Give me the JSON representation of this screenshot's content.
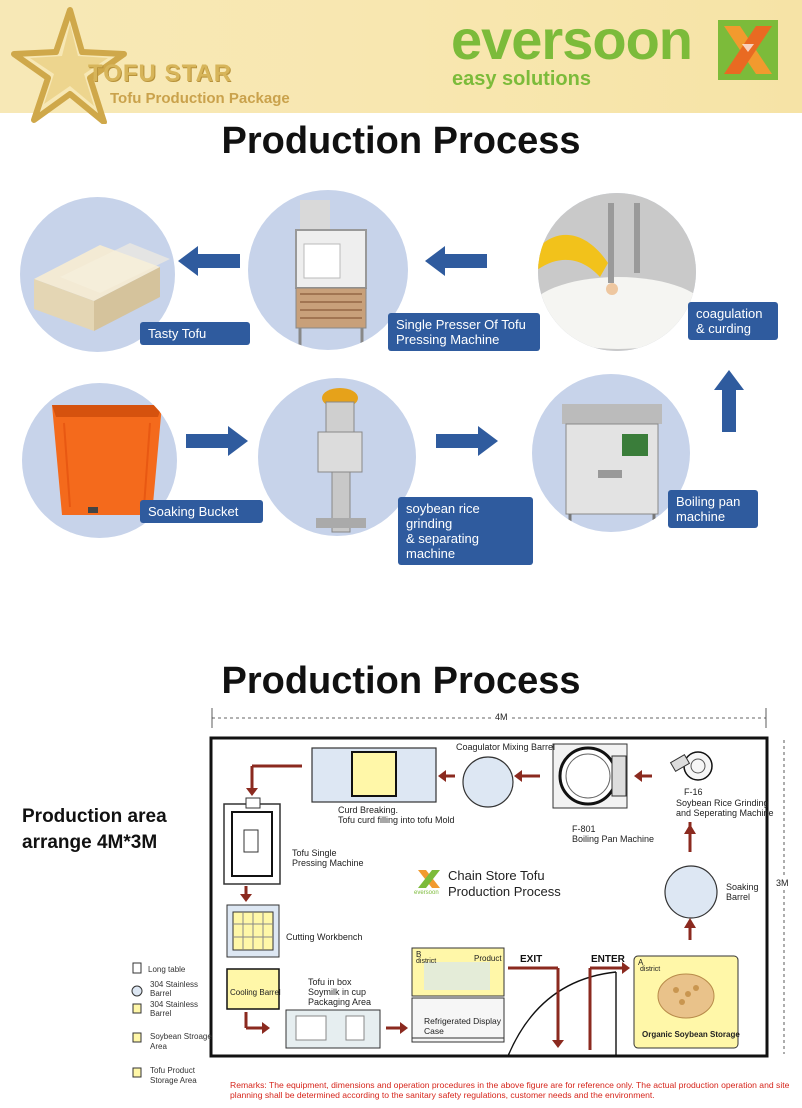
{
  "header": {
    "brand_name": "TOFU STAR",
    "brand_subtitle": "Tofu Production Package",
    "company_name": "eversoon",
    "company_tagline": "easy solutions"
  },
  "titles": {
    "top": "Production Process",
    "bottom": "Production Process"
  },
  "process_steps": [
    {
      "label": "Tasty Tofu"
    },
    {
      "label1": "Single Presser Of Tofu",
      "label2": "Pressing Machine"
    },
    {
      "label1": "coagulation",
      "label2": "& curding"
    },
    {
      "label": "Soaking Bucket"
    },
    {
      "label1": "soybean rice grinding",
      "label2": "& separating machine"
    },
    {
      "label1": "Boiling pan",
      "label2": "machine"
    }
  ],
  "side_title": {
    "line1": "Production area",
    "line2": "arrange 4M*3M"
  },
  "plan": {
    "width_label": "4M",
    "height_label": "3M",
    "center_title1": "Chain Store Tofu",
    "center_title2": "Production Process",
    "coagulator": "Coagulator Mixing Barrel",
    "curd1": "Curd Breaking.",
    "curd2": "Tofu curd filling into tofu Mold",
    "f801": "F-801",
    "boiling": "Boiling Pan Machine",
    "f16": "F-16",
    "grind1": "Soybean Rice Grinding",
    "grind2": "and Seperating Machine",
    "single1": "Tofu Single",
    "single2": "Pressing Machine",
    "soak1": "Soaking",
    "soak2": "Barrel",
    "cutting": "Cutting Workbench",
    "cooling": "Cooling Barrel",
    "pack1": "Tofu in box",
    "pack2": "Soymilk in cup",
    "pack3": "Packaging Area",
    "b_district": "district",
    "b_letter": "B",
    "product": "Product",
    "fridge1": "Refrigerated Display",
    "fridge2": "Case",
    "exit": "EXIT",
    "enter": "ENTER",
    "a_letter": "A",
    "a_district": "district",
    "organic": "Organic Soybean Storage",
    "evs_small": "eversoon"
  },
  "legend": [
    "Long table",
    "304 Stainless",
    "Barrel",
    "304 Stainless",
    "Barrel",
    "Soybean Stroage",
    "Area",
    "Tofu Product",
    "Storage Area"
  ],
  "remarks": "Remarks: The equipment, dimensions and operation procedures in the above figure are for reference only. The actual production operation and site planning shall be determined according to the sanitary safety regulations, customer needs and the environment.",
  "colors": {
    "arrow_blue": "#2f5b9e",
    "circle_fill": "#c7d3ea",
    "plan_red": "#8b2a1f",
    "brand_green": "#7cbb3a"
  }
}
